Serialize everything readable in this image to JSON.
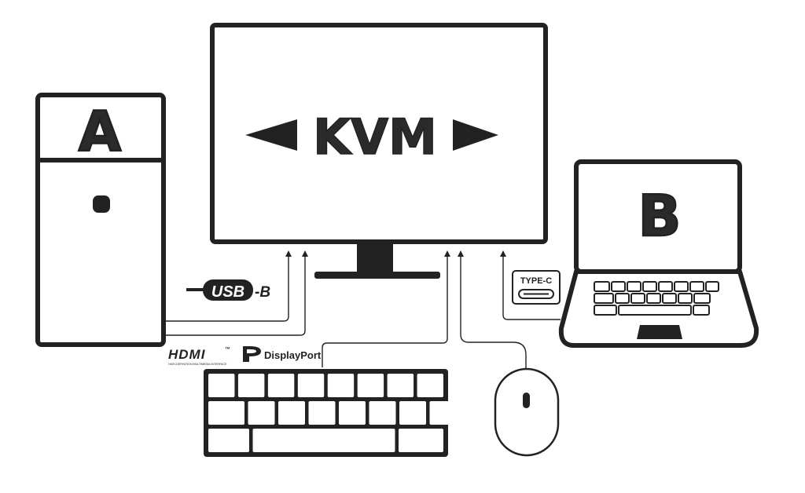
{
  "monitor": {
    "label": "KVM"
  },
  "computer_a": {
    "label": "A"
  },
  "computer_b": {
    "label": "B"
  },
  "ports": {
    "usb_b": {
      "label_main": "USB",
      "label_suffix": "-B"
    },
    "hdmi": {
      "label": "HDMI",
      "tm": "™",
      "subtitle": "HIGH-DEFINITION MULTIMEDIA INTERFACE"
    },
    "displayport": {
      "label": "DisplayPort"
    },
    "type_c": {
      "label": "TYPE-C"
    }
  },
  "colors": {
    "stroke": "#222222",
    "fill": "#2b2b2b",
    "background": "#ffffff"
  },
  "icons": [
    "arrow-left-icon",
    "arrow-right-icon",
    "displayport-logo-icon",
    "usb-c-port-icon"
  ]
}
